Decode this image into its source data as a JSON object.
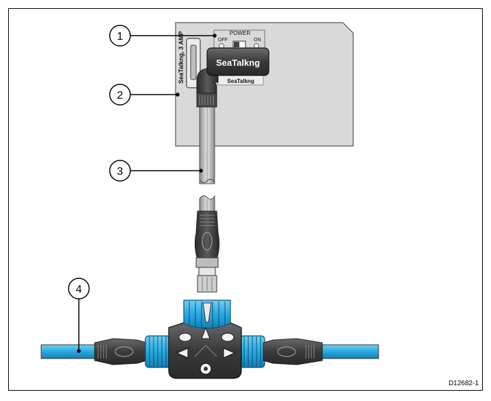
{
  "diagram": {
    "callouts": [
      "1",
      "2",
      "3",
      "4"
    ],
    "figure_id": "D12682-1",
    "device": {
      "power_label": "POWER",
      "off_label": "OFF",
      "on_label": "ON",
      "side_label": "SeaTalkng, 3 AMP",
      "connector_brand": "SeaTalkng",
      "socket_label": "SeaTalkng"
    },
    "colors": {
      "panel": "#d9d9d9",
      "cable_gray": "#bfbfbf",
      "connector_dark": "#3a3a3a",
      "backbone_blue": "#27a9e1",
      "collar_blue": "#1e9ad6"
    }
  }
}
